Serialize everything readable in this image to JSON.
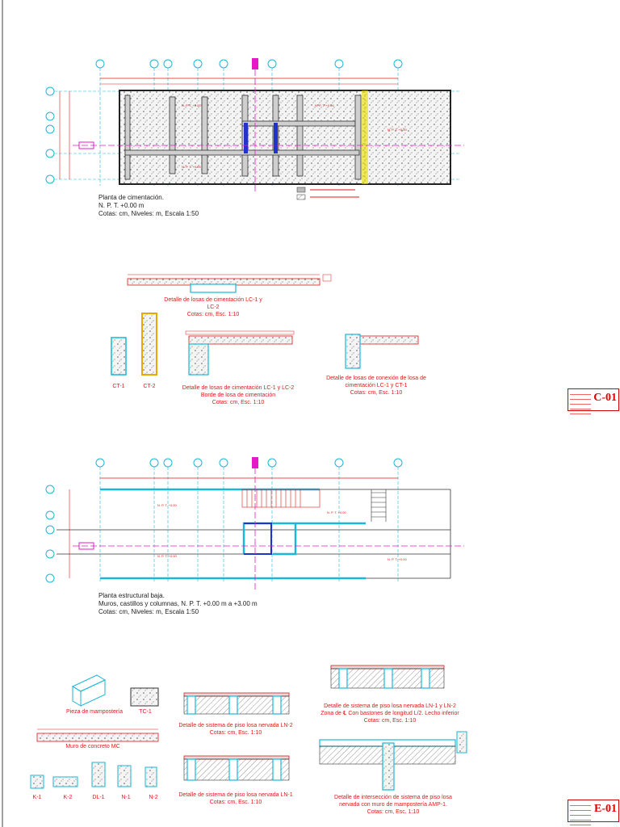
{
  "plan1": {
    "title": "Planta de cimentación.",
    "line2": "N. P. T. +0.00 m",
    "line3": "Cotas: cm, Niveles: m, Escala 1:50"
  },
  "plan2": {
    "title": "Planta estructural baja.",
    "line2": "Muros, castillos y columnas, N. P. T. +0.00 m a +3.00 m",
    "line3": "Cotas: cm, Niveles: m, Escala 1:50"
  },
  "details": {
    "d1": [
      "Detalle de losas de cimentación LC-1 y LC-2",
      "Cotas: cm, Esc. 1:10"
    ],
    "ct1": "CT-1",
    "ct2": "CT-2",
    "d2": [
      "Detalle de losas de cimentación LC-1 y LC-2",
      "Borde de losa de cimentación",
      "Cotas: cm, Esc. 1:10"
    ],
    "d3": [
      "Detalle de losas de conexión de losa de",
      "cimentación LC-1 y CT-1",
      "Cotas: cm, Esc. 1:10"
    ],
    "pieza": "Pieza de mampostería",
    "tc1": "TC-1",
    "muro": "Muro de concreto MC",
    "ln2": [
      "Detalle de sistema de piso losa nervada LN-2",
      "Cotas: cm, Esc. 1:10"
    ],
    "ln1": [
      "Detalle de sistema de piso losa nervada LN-1",
      "Cotas: cm, Esc. 1:10"
    ],
    "ln12": [
      "Detalle de sistema de piso losa nervada LN-1 y LN-2",
      "Zona de ℄ Con bastones de longitud L/2. Lecho inferior",
      "Cotas: cm, Esc. 1:10"
    ],
    "inter": [
      "Detalle de intersección de sistema de piso losa",
      "nervada con muro de mampostería AMP-1.",
      "Cotas: cm, Esc. 1:10"
    ],
    "k1": "K-1",
    "k2": "K-2",
    "dl1": "DL-1",
    "n1": "N-1",
    "n2": "N-2"
  },
  "sheets": {
    "c01": "C-01",
    "e01": "E-01"
  },
  "colors": {
    "red": "#e01818",
    "cyan": "#19b7d8",
    "magenta": "#e619c8",
    "yellow": "#e8e300",
    "blue": "#2233cc"
  }
}
